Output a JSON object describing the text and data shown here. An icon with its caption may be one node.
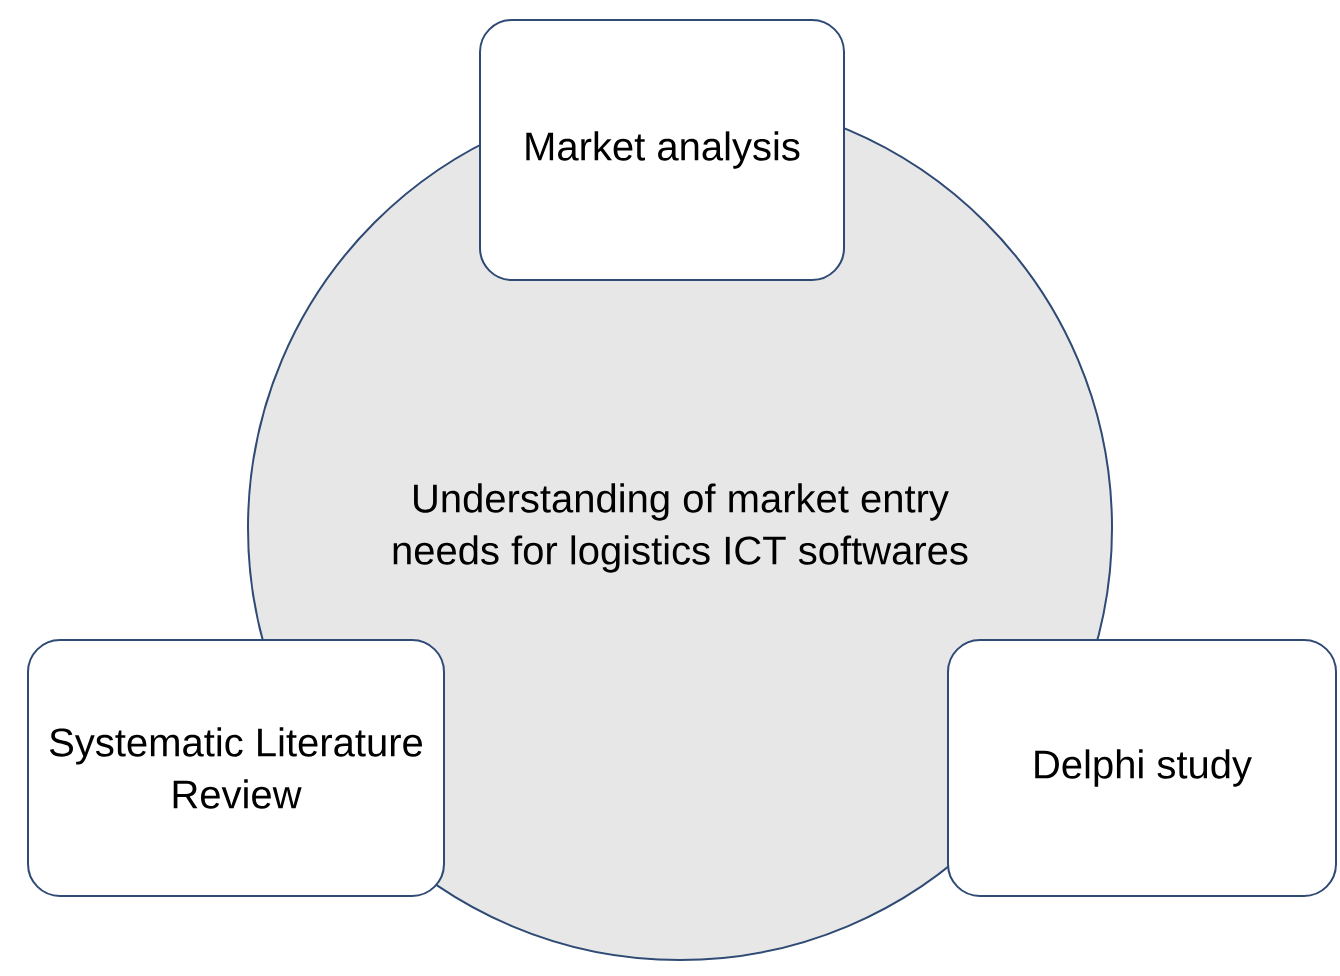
{
  "diagram": {
    "nodes": [
      {
        "text": [
          "Understanding of market entry needs for logistics ICT softwares"
        ]
      },
      {
        "text": [
          "Market analysis"
        ]
      },
      {
        "text": [
          "Systematic Literature Review"
        ]
      },
      {
        "text": [
          "Delphi study"
        ]
      }
    ]
  }
}
